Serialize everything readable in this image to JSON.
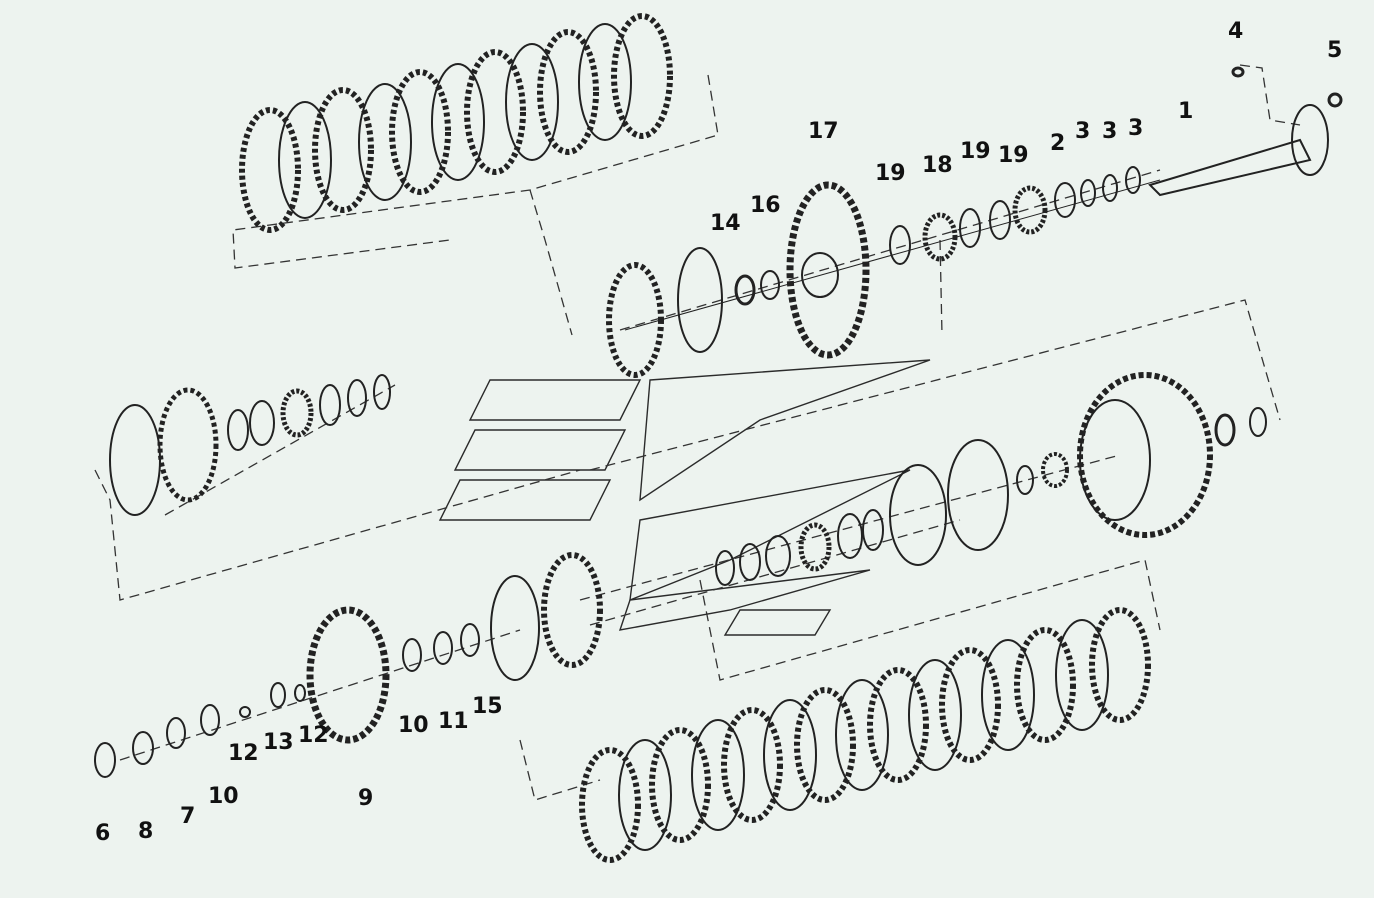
{
  "diagram": {
    "callouts": [
      {
        "id": "c1",
        "text": "1"
      },
      {
        "id": "c2",
        "text": "2"
      },
      {
        "id": "c3a",
        "text": "3"
      },
      {
        "id": "c3b",
        "text": "3"
      },
      {
        "id": "c3c",
        "text": "3"
      },
      {
        "id": "c4",
        "text": "4"
      },
      {
        "id": "c5",
        "text": "5"
      },
      {
        "id": "c6",
        "text": "6"
      },
      {
        "id": "c7",
        "text": "7"
      },
      {
        "id": "c8",
        "text": "8"
      },
      {
        "id": "c9",
        "text": "9"
      },
      {
        "id": "c10a",
        "text": "10"
      },
      {
        "id": "c10b",
        "text": "10"
      },
      {
        "id": "c11",
        "text": "11"
      },
      {
        "id": "c12a",
        "text": "12"
      },
      {
        "id": "c12b",
        "text": "12"
      },
      {
        "id": "c13",
        "text": "13"
      },
      {
        "id": "c14",
        "text": "14"
      },
      {
        "id": "c15",
        "text": "15"
      },
      {
        "id": "c16",
        "text": "16"
      },
      {
        "id": "c17",
        "text": "17"
      },
      {
        "id": "c18",
        "text": "18"
      },
      {
        "id": "c19a",
        "text": "19"
      },
      {
        "id": "c19b",
        "text": "19"
      },
      {
        "id": "c19c",
        "text": "19"
      }
    ]
  }
}
